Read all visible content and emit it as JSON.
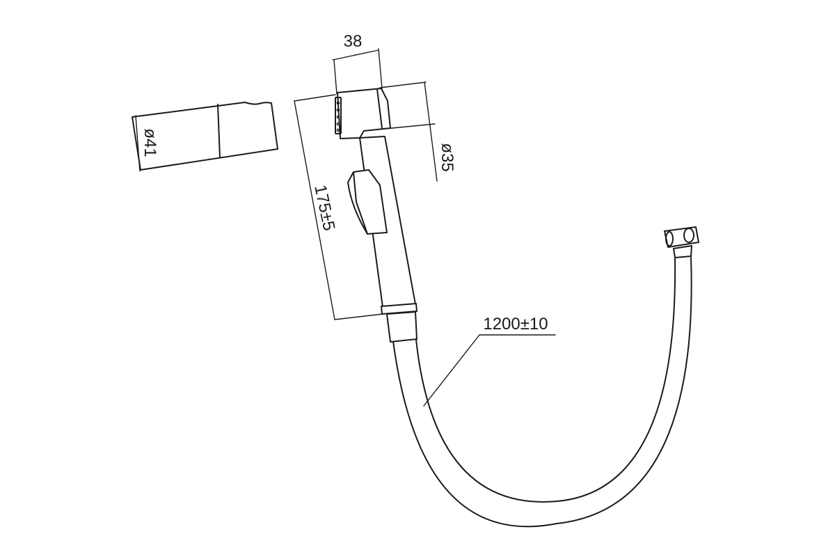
{
  "dimensions": {
    "head_width": "38",
    "holder_diameter": "ø41",
    "head_diameter": "ø35",
    "sprayer_length": "175±5",
    "hose_length": "1200±10"
  },
  "colors": {
    "line": "#1a1a1a",
    "background": "#ffffff"
  }
}
